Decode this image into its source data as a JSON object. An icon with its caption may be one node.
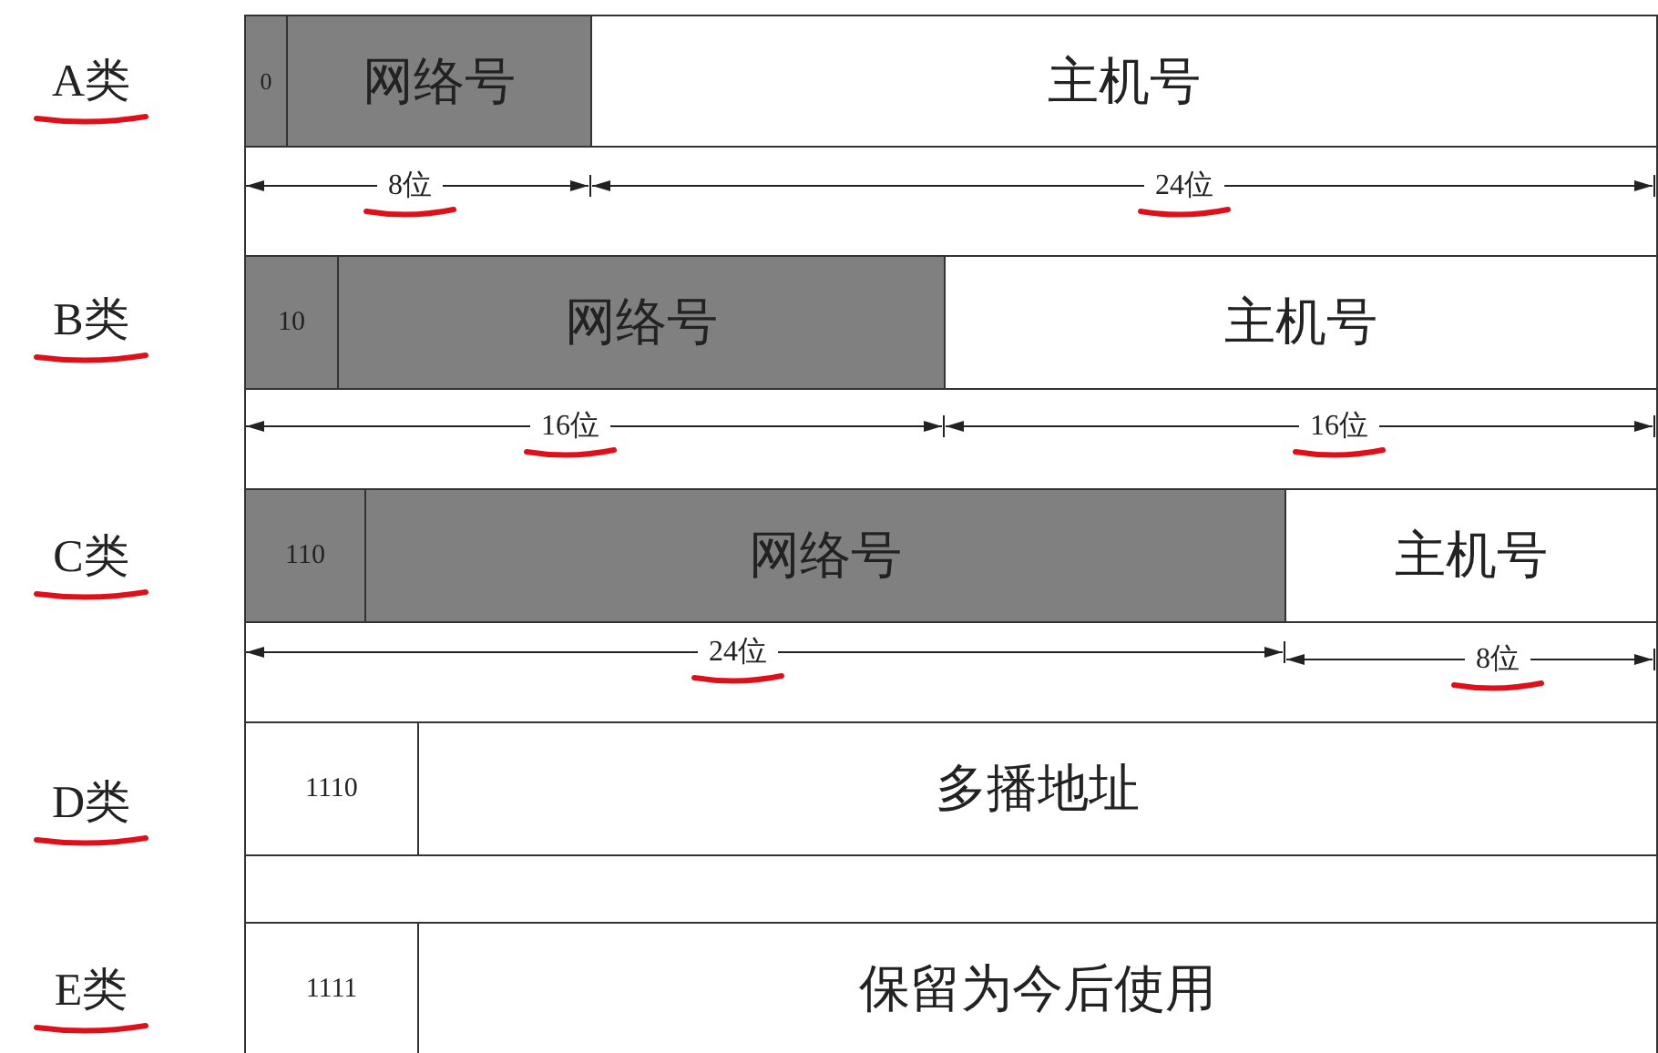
{
  "diagram": {
    "nodes": [
      {
        "text": [
          "0"
        ]
      },
      {
        "text": [
          "网络号"
        ]
      },
      {
        "text": [
          "主机号"
        ]
      },
      {
        "text": [
          "10"
        ]
      },
      {
        "text": [
          "网络号"
        ]
      },
      {
        "text": [
          "主机号"
        ]
      },
      {
        "text": [
          "110"
        ]
      },
      {
        "text": [
          "网络号"
        ]
      },
      {
        "text": [
          "主机号"
        ]
      },
      {
        "text": [
          "1110"
        ]
      },
      {
        "text": [
          "多播地址"
        ]
      },
      {
        "text": [
          "1111"
        ]
      },
      {
        "text": [
          "保留为今后使用"
        ]
      }
    ],
    "edges": [],
    "labels": [
      "A类",
      "8位",
      "24位",
      "B类",
      "16位",
      "16位",
      "C类",
      "24位",
      "8位",
      "D类",
      "E类"
    ]
  }
}
